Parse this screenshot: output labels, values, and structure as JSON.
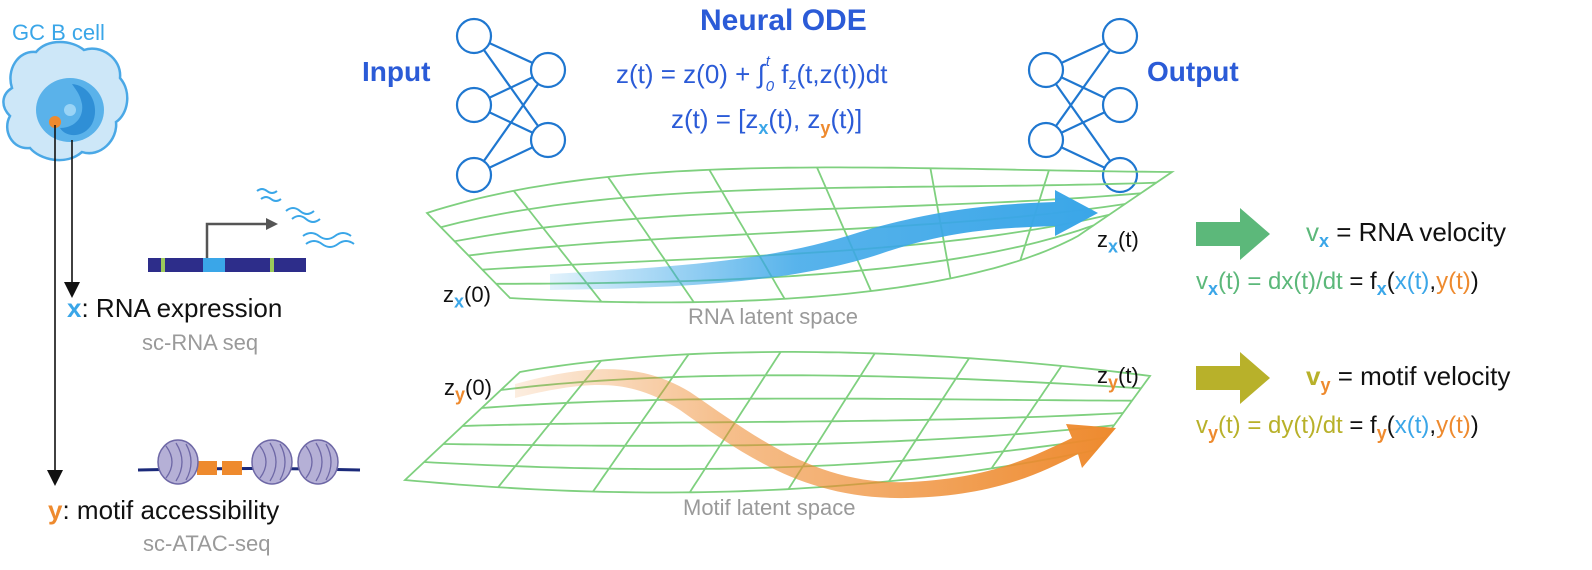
{
  "cell": {
    "label": "GC B cell"
  },
  "network": {
    "input_label": "Input",
    "output_label": "Output",
    "title": "Neural ODE",
    "eq1": "z(t) = z(0) + ∫",
    "eq1_upper": "t",
    "eq1_lower": "0",
    "eq1_f": " f",
    "eq1_fsub": "z",
    "eq1_rest": "(t,z(t))dt",
    "eq2_a": "z(t) = [z",
    "eq2_x": "x",
    "eq2_b": "(t), z",
    "eq2_y": "y",
    "eq2_c": "(t)]"
  },
  "left": {
    "x_var": "x",
    "x_text": ": RNA expression",
    "x_sub": "sc-RNA seq",
    "y_var": "y",
    "y_text": ": motif accessibility",
    "y_sub": "sc-ATAC-seq"
  },
  "rna_space": {
    "label": "RNA latent space",
    "start_z": "z",
    "start_sub": "x",
    "start_arg": "(0)",
    "end_z": "z",
    "end_sub": "x",
    "end_arg": "(t)"
  },
  "motif_space": {
    "label": "Motif latent space",
    "start_z": "z",
    "start_sub": "y",
    "start_arg": "(0)",
    "end_z": "z",
    "end_sub": "y",
    "end_arg": "(t)"
  },
  "rna_velocity": {
    "v": "v",
    "sub": "x",
    "text": " = RNA velocity",
    "eq_v": "v",
    "eq_sub": "x",
    "eq_rest": "(t) = dx(t)/dt",
    "eq_eq": " = f",
    "eq_fsub": "x",
    "eq_open": "(",
    "eq_xt": "x(t)",
    "eq_comma": ",",
    "eq_yt": "y(t)",
    "eq_close": ")"
  },
  "motif_velocity": {
    "v": "v",
    "sub": "y",
    "text": " = motif velocity",
    "eq_v": "v",
    "eq_sub": "y",
    "eq_rest": "(t) = dy(t)/dt",
    "eq_eq": " = f",
    "eq_fsub": "y",
    "eq_open": "(",
    "eq_xt": "x(t)",
    "eq_comma": ",",
    "eq_yt": "y(t)",
    "eq_close": ")"
  },
  "colors": {
    "title_blue": "#2b5bd7",
    "node_blue": "#1f77d0",
    "cyan": "#3aa6e8",
    "orange": "#ee8a2e",
    "manifold_green": "#7fd07f",
    "rna_arrow_green": "#5cb87a",
    "motif_arrow_olive": "#b8b12a",
    "label_gray": "#9a9a9a"
  }
}
